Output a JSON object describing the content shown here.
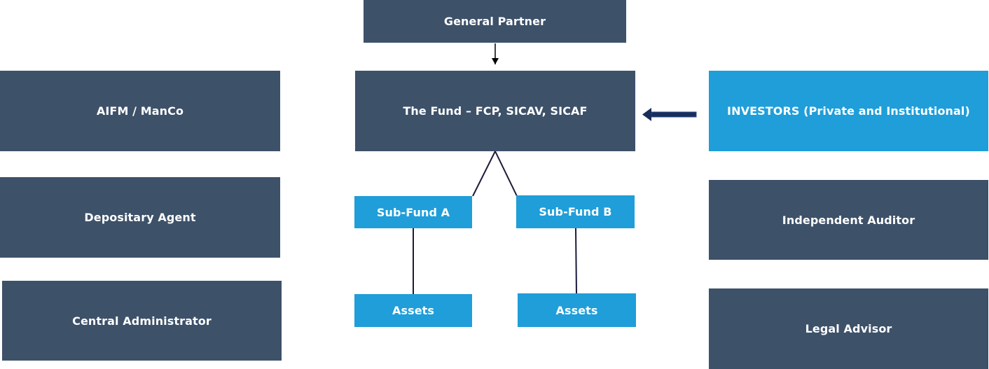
{
  "colors": {
    "dark_box": "#3d5169",
    "blue_box": "#1f9ed9",
    "line": "#1a1a3a"
  },
  "diagram": {
    "general_partner": "General Partner",
    "fund": "The Fund – FCP, SICAV, SICAF",
    "aifm": "AIFM / ManCo",
    "depositary": "Depositary Agent",
    "central_admin": "Central Administrator",
    "investors": "INVESTORS (Private and Institutional)",
    "auditor": "Independent Auditor",
    "legal": "Legal Advisor",
    "sub_fund_a": "Sub-Fund A",
    "sub_fund_b": "Sub-Fund B",
    "assets_a": "Assets",
    "assets_b": "Assets"
  }
}
